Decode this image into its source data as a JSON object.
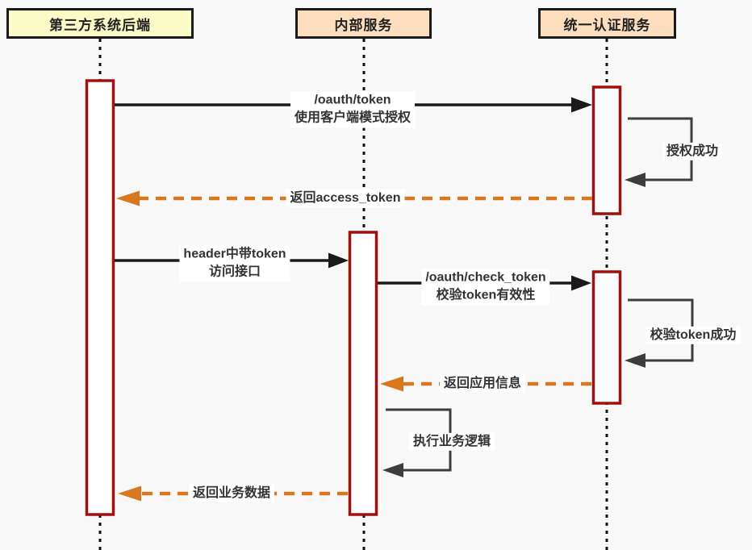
{
  "diagram": {
    "type": "sequence-diagram",
    "participants": [
      {
        "id": "third-party-backend",
        "label": "第三方系统后端"
      },
      {
        "id": "internal-service",
        "label": "内部服务"
      },
      {
        "id": "auth-service",
        "label": "统一认证服务"
      }
    ],
    "messages": [
      {
        "from": "third-party-backend",
        "to": "auth-service",
        "style": "solid",
        "lines": [
          "/oauth/token",
          "使用客户端模式授权"
        ]
      },
      {
        "from": "auth-service",
        "to": "auth-service",
        "style": "self-loop",
        "lines": [
          "授权成功"
        ]
      },
      {
        "from": "auth-service",
        "to": "third-party-backend",
        "style": "dashed-return",
        "lines": [
          "返回access_token"
        ]
      },
      {
        "from": "third-party-backend",
        "to": "internal-service",
        "style": "solid",
        "lines": [
          "header中带token",
          "访问接口"
        ]
      },
      {
        "from": "internal-service",
        "to": "auth-service",
        "style": "solid",
        "lines": [
          "/oauth/check_token",
          "校验token有效性"
        ]
      },
      {
        "from": "auth-service",
        "to": "auth-service",
        "style": "self-loop",
        "lines": [
          "校验token成功"
        ]
      },
      {
        "from": "auth-service",
        "to": "internal-service",
        "style": "dashed-return",
        "lines": [
          "返回应用信息"
        ]
      },
      {
        "from": "internal-service",
        "to": "internal-service",
        "style": "self-loop",
        "lines": [
          "执行业务逻辑"
        ]
      },
      {
        "from": "internal-service",
        "to": "third-party-backend",
        "style": "dashed-return",
        "lines": [
          "返回业务数据"
        ]
      }
    ],
    "colors": {
      "bg": "#F8F8F8",
      "participant-border": "#1A1A1A",
      "participant-yellow": "#FBFBC8",
      "participant-peach": "#FCDEBE",
      "activation-border": "#A01010",
      "activation-fill": "#FFFFFF",
      "arrow-black": "#1A1A1A",
      "arrow-gray": "#3D3D3D",
      "arrow-orange": "#D9771E",
      "lifeline": "#111111",
      "text": "#333333",
      "label-bg": "#FFFFFF"
    }
  }
}
